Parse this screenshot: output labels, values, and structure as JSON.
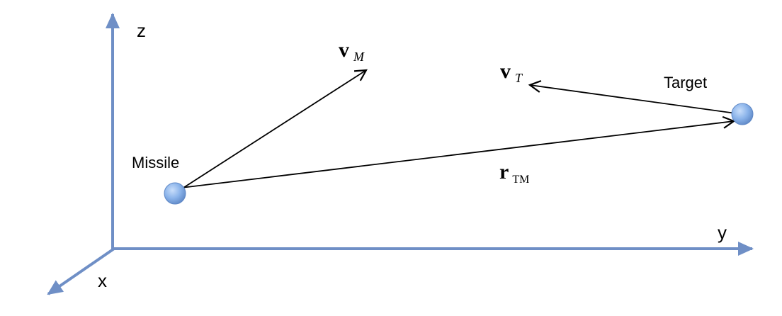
{
  "axes": {
    "x": "x",
    "y": "y",
    "z": "z"
  },
  "objects": {
    "missile": "Missile",
    "target": "Target"
  },
  "vectors": {
    "v_m": {
      "symbol": "v",
      "subscript": "M"
    },
    "v_t": {
      "symbol": "v",
      "subscript": "T"
    },
    "r_tm": {
      "symbol": "r",
      "subscript": "TM"
    }
  },
  "colors": {
    "axis": "#6f8fc6",
    "point": "#7da9e3",
    "point_edge": "#5f88c6",
    "vector": "#000000"
  }
}
